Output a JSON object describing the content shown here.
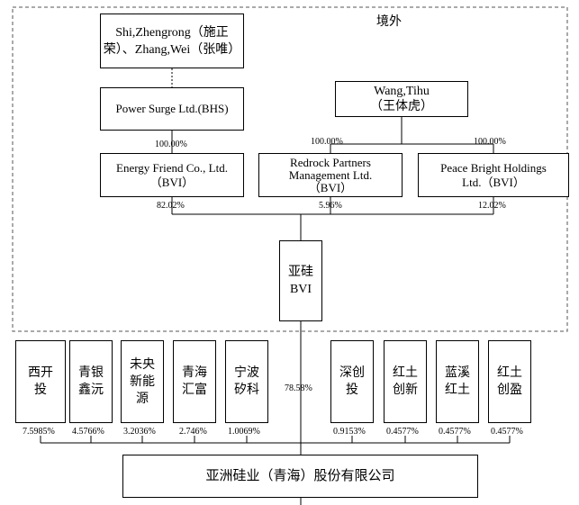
{
  "region_label": "境外",
  "owners": {
    "shi": "Shi,Zhengrong（施正荣）、Zhang,Wei（张唯）",
    "wang": "Wang,Tihu\n（王体虎）"
  },
  "entities": {
    "power_surge": "Power Surge Ltd.(BHS)",
    "energy_friend": "Energy Friend Co., Ltd.\n（BVI）",
    "redrock": "Redrock Partners\nManagement Ltd.\n（BVI）",
    "peace_bright": "Peace Bright Holdings\nLtd.（BVI）",
    "yagui_bvi": "亚硅\nBVI",
    "company": "亚洲硅业（青海）股份有限公司"
  },
  "percentages": {
    "power_to_energy": "100.00%",
    "wang_to_redrock": "100.00%",
    "wang_to_peace": "100.00%",
    "energy_to_yagui": "82.02%",
    "redrock_to_yagui": "5.96%",
    "peace_to_yagui": "12.02%",
    "yagui_to_company": "78.58%"
  },
  "shareholders": [
    {
      "name": "西开\n投",
      "pct": "7.5985%"
    },
    {
      "name": "青银\n鑫沅",
      "pct": "4.5766%"
    },
    {
      "name": "未央\n新能\n源",
      "pct": "3.2036%"
    },
    {
      "name": "青海\n汇富",
      "pct": "2.746%"
    },
    {
      "name": "宁波\n矽科",
      "pct": "1.0069%"
    },
    {
      "name": "深创\n投",
      "pct": "0.9153%"
    },
    {
      "name": "红土\n创新",
      "pct": "0.4577%"
    },
    {
      "name": "蓝溪\n红土",
      "pct": "0.4577%"
    },
    {
      "name": "红土\n创盈",
      "pct": "0.4577%"
    }
  ]
}
